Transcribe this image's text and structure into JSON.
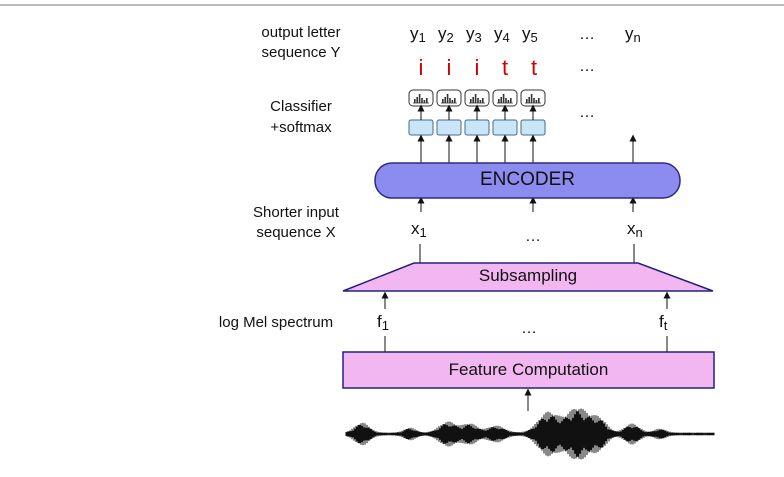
{
  "labels": {
    "output_line1": "output letter",
    "output_line2": "sequence Y",
    "classifier_line1": "Classifier",
    "classifier_line2": "+softmax",
    "shorter_line1": "Shorter input",
    "shorter_line2": "sequence X",
    "logmel": "log Mel spectrum"
  },
  "outputs": {
    "y": [
      {
        "base": "y",
        "sub": "1"
      },
      {
        "base": "y",
        "sub": "2"
      },
      {
        "base": "y",
        "sub": "3"
      },
      {
        "base": "y",
        "sub": "4"
      },
      {
        "base": "y",
        "sub": "5"
      }
    ],
    "y_last": {
      "base": "y",
      "sub": "n"
    },
    "letters": [
      "i",
      "i",
      "i",
      "t",
      "t"
    ],
    "ellipsis": "…"
  },
  "blocks": {
    "encoder": "ENCODER",
    "subsampling": "Subsampling",
    "feature": "Feature Computation"
  },
  "inputs": {
    "x_first": {
      "base": "x",
      "sub": "1"
    },
    "x_last": {
      "base": "x",
      "sub": "n"
    },
    "f_first": {
      "base": "f",
      "sub": "1"
    },
    "f_last": {
      "base": "f",
      "sub": "t"
    },
    "ellipsis": "…"
  },
  "colors": {
    "encoder_fill": "#8c8cf0",
    "block_fill": "#f2b6f0",
    "classifier_fill": "#c8e6f8",
    "letter_red": "#d40000"
  }
}
